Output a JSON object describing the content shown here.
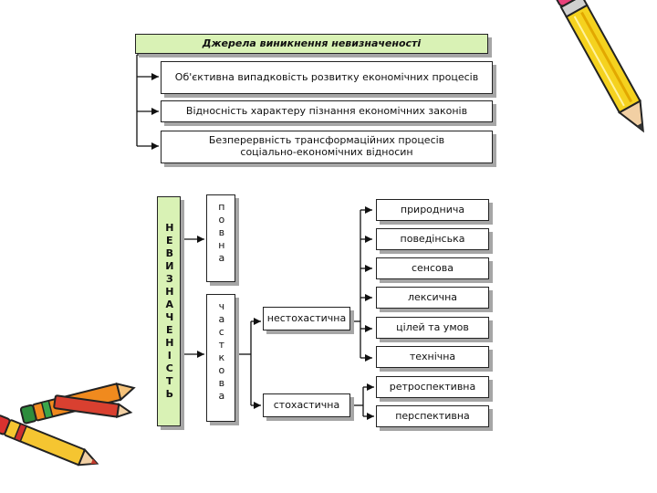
{
  "title": "Джерела виникнення невизначеності",
  "sources": [
    "Об'єктивна випадковість розвитку економічних процесів",
    "Відносність характеру пізнання економічних законів",
    "Безперервність трансформаційних процесів соціально-економічних відносин"
  ],
  "vertical_label": "НЕВИЗНАЧЕНІСТЬ",
  "full": "повна",
  "partial": "часткова",
  "nonstochastic": "нестохастична",
  "stochastic": "стохастична",
  "types": [
    "природнича",
    "поведінська",
    "сенсова",
    "лексична",
    "цілей та умов",
    "технічна",
    "ретроспективна",
    "перспективна"
  ],
  "colors": {
    "title_bg": "#d9f2b5",
    "shadow": "#a6a6a6"
  }
}
